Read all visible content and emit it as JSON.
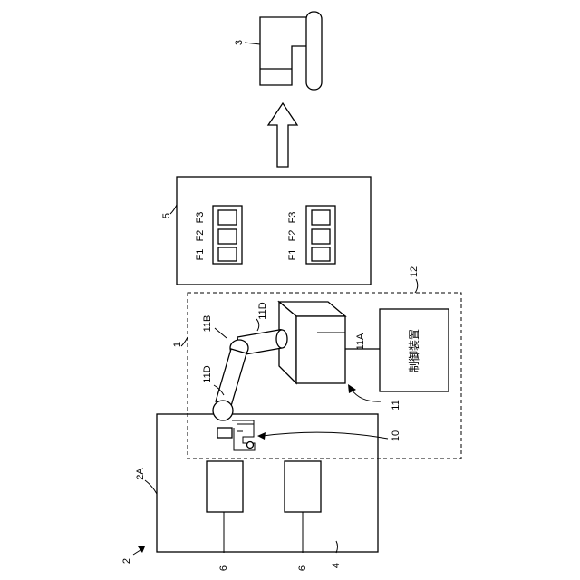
{
  "labels": {
    "sys": "1",
    "env": "2",
    "env_area": "2A",
    "user": "3",
    "floor": "4",
    "display": "5",
    "obj": "6",
    "hand": "10",
    "robot": "11",
    "base": "11A",
    "link": "11B",
    "joint_a": "11D",
    "joint_b": "11D",
    "ctrl_num": "12",
    "ctrl_text": "制御装置",
    "f1": "F1",
    "f2": "F2",
    "f3": "F3"
  }
}
